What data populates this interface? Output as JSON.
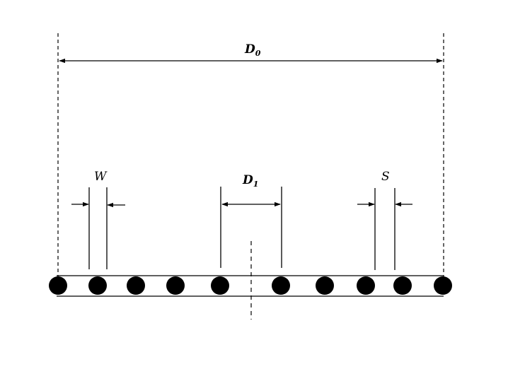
{
  "diagram": {
    "labels": {
      "d0": {
        "main": "D",
        "sub": "0"
      },
      "d1": {
        "main": "D",
        "sub": "1"
      },
      "w": "W",
      "s": "S"
    },
    "colors": {
      "ink": "#000000",
      "background": "#ffffff"
    },
    "beads": {
      "count": 10
    }
  }
}
